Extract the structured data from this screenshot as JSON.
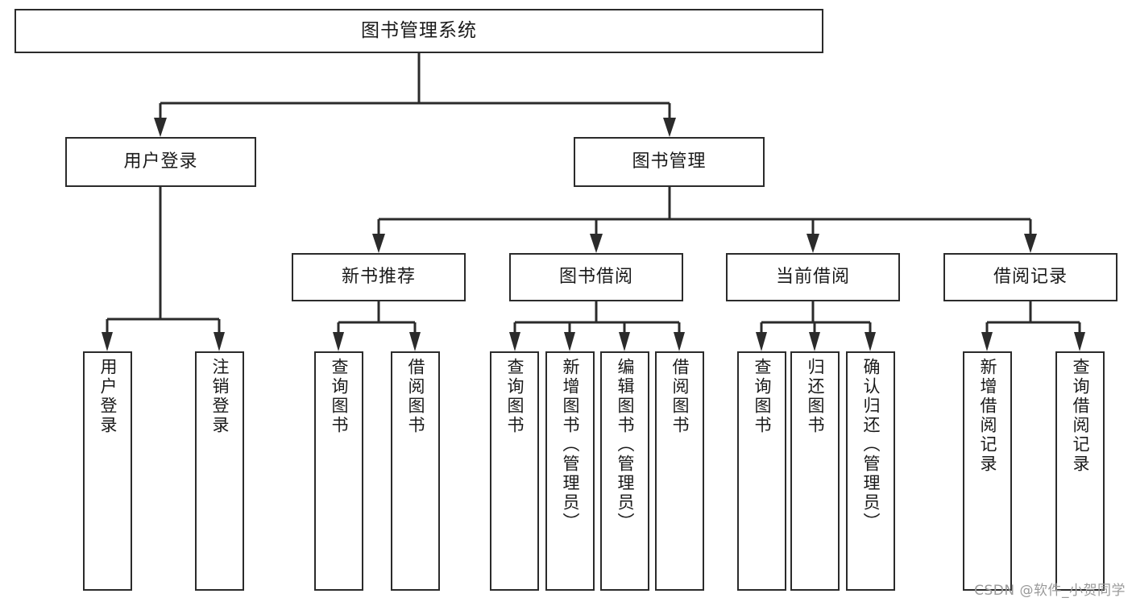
{
  "diagram": {
    "type": "tree-hierarchy",
    "title": "图书管理系统",
    "orientation": "top-down",
    "watermark": "CSDN @软件_小贺同学",
    "colors": {
      "stroke": "#2b2b2b",
      "fill": "#ffffff",
      "text": "#1a1a1a",
      "watermark": "#9a9a9a"
    },
    "nodes": {
      "root": {
        "label": "图书管理系统"
      },
      "level2": [
        {
          "label": "用户登录"
        },
        {
          "label": "图书管理"
        }
      ],
      "level3": [
        {
          "label": "新书推荐"
        },
        {
          "label": "图书借阅"
        },
        {
          "label": "当前借阅"
        },
        {
          "label": "借阅记录"
        }
      ],
      "leaves": {
        "user_login": [
          {
            "label": "用户登录"
          },
          {
            "label": "注销登录"
          }
        ],
        "new_book_rec": [
          {
            "label": "查询图书"
          },
          {
            "label": "借阅图书"
          }
        ],
        "book_borrow": [
          {
            "label": "查询图书"
          },
          {
            "label": "新增图书（管理员）"
          },
          {
            "label": "编辑图书（管理员）"
          },
          {
            "label": "借阅图书"
          }
        ],
        "current_borrow": [
          {
            "label": "查询图书"
          },
          {
            "label": "归还图书"
          },
          {
            "label": "确认归还（管理员）"
          }
        ],
        "borrow_record": [
          {
            "label": "新增借阅记录"
          },
          {
            "label": "查询借阅记录"
          }
        ]
      }
    },
    "edges": [
      {
        "from": "图书管理系统",
        "to": "用户登录"
      },
      {
        "from": "图书管理系统",
        "to": "图书管理"
      },
      {
        "from": "图书管理",
        "to": "新书推荐"
      },
      {
        "from": "图书管理",
        "to": "图书借阅"
      },
      {
        "from": "图书管理",
        "to": "当前借阅"
      },
      {
        "from": "图书管理",
        "to": "借阅记录"
      },
      {
        "from": "用户登录",
        "to": "用户登录"
      },
      {
        "from": "用户登录",
        "to": "注销登录"
      },
      {
        "from": "新书推荐",
        "to": "查询图书"
      },
      {
        "from": "新书推荐",
        "to": "借阅图书"
      },
      {
        "from": "图书借阅",
        "to": "查询图书"
      },
      {
        "from": "图书借阅",
        "to": "新增图书（管理员）"
      },
      {
        "from": "图书借阅",
        "to": "编辑图书（管理员）"
      },
      {
        "from": "图书借阅",
        "to": "借阅图书"
      },
      {
        "from": "当前借阅",
        "to": "查询图书"
      },
      {
        "from": "当前借阅",
        "to": "归还图书"
      },
      {
        "from": "当前借阅",
        "to": "确认归还（管理员）"
      },
      {
        "from": "借阅记录",
        "to": "新增借阅记录"
      },
      {
        "from": "借阅记录",
        "to": "查询借阅记录"
      }
    ]
  }
}
